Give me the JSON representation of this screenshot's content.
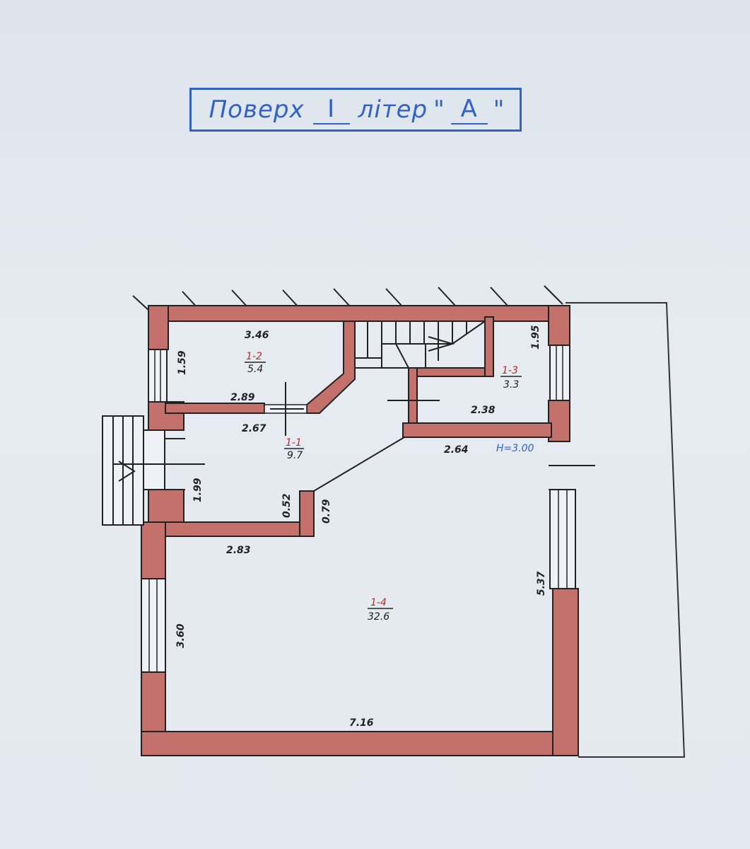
{
  "header": {
    "floor_word": "Поверх",
    "floor_value": "I",
    "letter_word": "літер",
    "letter_open_quote": "\"",
    "letter_value": "A",
    "letter_close_quote": "\""
  },
  "rooms": [
    {
      "id": "1-1",
      "area": "9.7"
    },
    {
      "id": "1-2",
      "area": "5.4"
    },
    {
      "id": "1-3",
      "area": "3.3"
    },
    {
      "id": "1-4",
      "area": "32.6"
    }
  ],
  "dimensions": {
    "d_3_46": "3.46",
    "d_1_59": "1.59",
    "d_2_89": "2.89",
    "d_1_95": "1.95",
    "d_2_38": "2.38",
    "d_2_67": "2.67",
    "d_2_64": "2.64",
    "d_1_99": "1.99",
    "d_0_52": "0.52",
    "d_0_79": "0.79",
    "d_2_83": "2.83",
    "d_5_37": "5.37",
    "d_3_60": "3.60",
    "d_7_16": "7.16"
  },
  "ceiling_height": "H=3.00",
  "colors": {
    "wall_fill": "#c4716b",
    "wall_stroke": "#222222",
    "title_blue": "#2f63c7",
    "room_id_red": "#b5302c"
  }
}
